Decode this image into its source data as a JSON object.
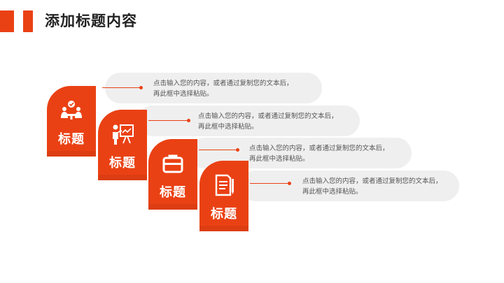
{
  "header": {
    "title": "添加标题内容"
  },
  "items": [
    {
      "label": "标题",
      "icon": "team-check-icon",
      "line1": "点击输入您的内容，或者通过复制您的文本后，",
      "line2": "再此框中选择粘贴。"
    },
    {
      "label": "标题",
      "icon": "presenter-icon",
      "line1": "点击输入您的内容，或者通过复制您的文本后，",
      "line2": "再此框中选择粘贴。"
    },
    {
      "label": "标题",
      "icon": "briefcase-icon",
      "line1": "点击输入您的内容，或者通过复制您的文本后，",
      "line2": "再此框中选择粘贴。"
    },
    {
      "label": "标题",
      "icon": "document-pen-icon",
      "line1": "点击输入您的内容，或者通过复制您的文本后，",
      "line2": "再此框中选择粘贴。"
    }
  ],
  "colors": {
    "accent": "#ea4114",
    "pill": "#efefef"
  }
}
